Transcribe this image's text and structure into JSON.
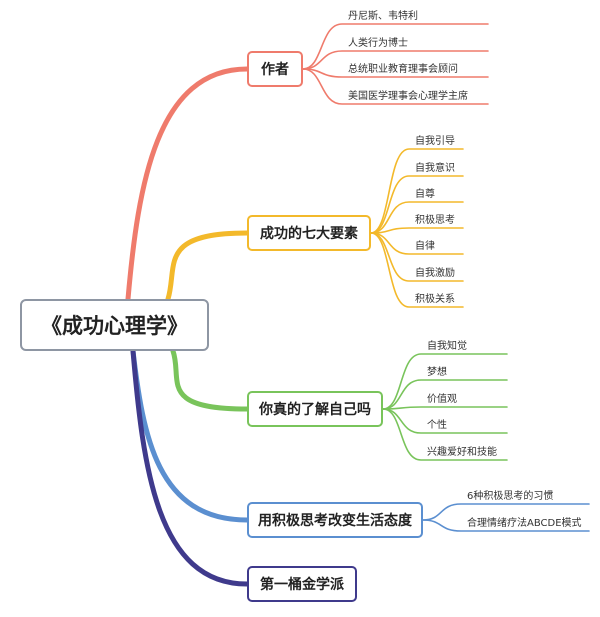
{
  "root": {
    "title": "《成功心理学》"
  },
  "branches": [
    {
      "id": "author",
      "label": "作者",
      "color": "#ef7b6c",
      "leaves": [
        "丹尼斯、韦特利",
        "人类行为博士",
        "总统职业教育理事会顾问",
        "美国医学理事会心理学主席"
      ]
    },
    {
      "id": "seven",
      "label": "成功的七大要素",
      "color": "#f3b92b",
      "leaves": [
        "自我引导",
        "自我意识",
        "自尊",
        "积极思考",
        "自律",
        "自我激励",
        "积极关系"
      ]
    },
    {
      "id": "know",
      "label": "你真的了解自己吗",
      "color": "#79c45b",
      "leaves": [
        "自我知觉",
        "梦想",
        "价值观",
        "个性",
        "兴趣爱好和技能"
      ]
    },
    {
      "id": "positive",
      "label": "用积极思考改变生活态度",
      "color": "#5b8fd0",
      "leaves": [
        "6种积极思考的习惯",
        "合理情绪疗法ABCDE模式"
      ]
    },
    {
      "id": "school",
      "label": "第一桶金学派",
      "color": "#3f3a8c",
      "leaves": []
    }
  ]
}
